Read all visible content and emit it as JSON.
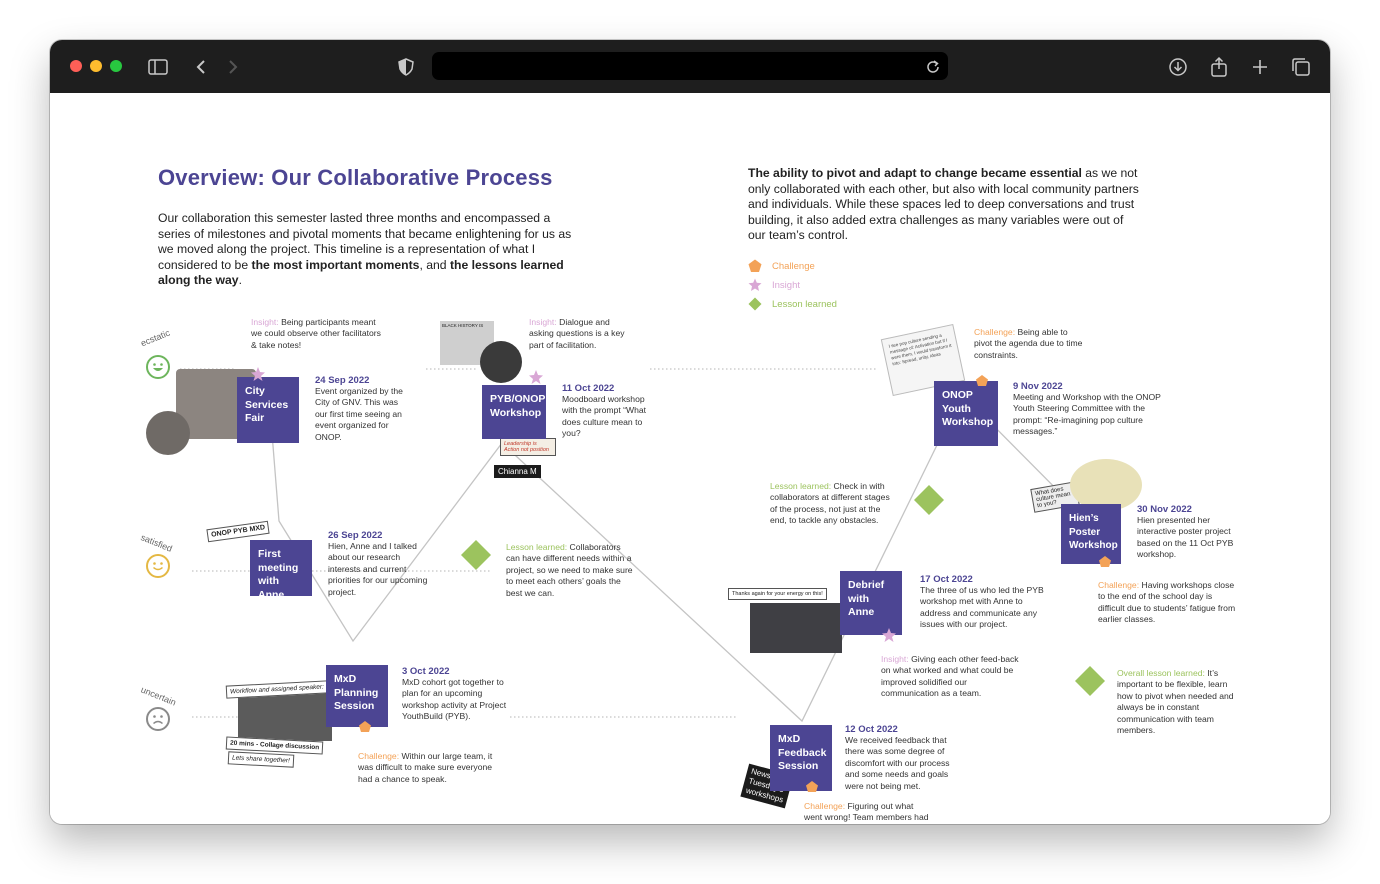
{
  "browser": {
    "icons": [
      "sidebar-icon",
      "back-icon",
      "forward-icon",
      "shield-icon",
      "reload-icon",
      "download-icon",
      "share-icon",
      "new-tab-icon",
      "tabs-icon"
    ]
  },
  "colors": {
    "purple": "#4c4593",
    "challenge": "#f3a257",
    "insight": "#d9a7d5",
    "lesson": "#9cc35e"
  },
  "page": {
    "title": "Overview: Our Collaborative Process",
    "intro": {
      "t1": "Our collaboration this semester lasted three months and encompassed a series of milestones and pivotal moments that became enlightening for us as we moved along the project. This timeline is a representation of what I considered to be ",
      "b1": "the most important moments",
      "t2": ", and ",
      "b2": "the lessons learned along the way",
      "t3": "."
    },
    "pivot": {
      "b": "The ability to pivot and adapt to change became essential",
      "t": " as we not only collaborated with each other, but also with local community partners and individuals. While these spaces led to deep conversations and trust building, it also added extra challenges as many variables were out of our team’s control."
    },
    "legend": {
      "challenge": "Challenge",
      "insight": "Insight",
      "lesson": "Lesson learned"
    },
    "moods": {
      "ecstatic": "ecstatic",
      "satisfied": "satisfied",
      "uncertain": "uncertain"
    },
    "events": {
      "city": {
        "title": "City Services Fair",
        "date": "24 Sep 2022",
        "desc": "Event organized by the City of GNV. This was our first time seeing an event organized for ONOP."
      },
      "first": {
        "title": "First meeting with Anne",
        "date": "26 Sep 2022",
        "desc": "Hien, Anne and I talked about our research interests and current priorities for our upcoming project."
      },
      "mxd_plan": {
        "title": "MxD Planning Session",
        "date": "3 Oct 2022",
        "desc": "MxD cohort got together to plan for an upcoming workshop activity at Project YouthBuild (PYB)."
      },
      "pyb": {
        "title": "PYB/ONOP Workshop",
        "date": "11 Oct 2022",
        "desc": "Moodboard workshop with the prompt “What does culture mean to you?"
      },
      "mxd_feedback": {
        "title": "MxD Feedback Session",
        "date": "12 Oct 2022",
        "desc": "We received feedback that there was some degree of discomfort with our process and some needs and goals were not being met."
      },
      "debrief": {
        "title": "Debrief with Anne",
        "date": "17 Oct 2022",
        "desc": "The three of us who led the PYB workshop met with Anne to address and communicate any issues with our project."
      },
      "onop": {
        "title": "ONOP Youth Workshop",
        "date": "9 Nov 2022",
        "desc": "Meeting and Workshop with the ONOP Youth Steering Committee with the prompt: “Re-imagining pop culture messages.”"
      },
      "hien": {
        "title": "Hien’s Poster Workshop",
        "date": "30 Nov 2022",
        "desc": "Hien presented her interactive poster project based on the 11 Oct PYB workshop."
      }
    },
    "notes": {
      "ins_city": {
        "label": "Insight:",
        "text": " Being participants meant we could observe other facilitators & take notes!"
      },
      "ins_pyb": {
        "label": "Insight:",
        "text": " Dialogue and asking questions is a key part of facilitation."
      },
      "les_collab": {
        "label": "Lesson learned:",
        "text": " Collaborators can have different needs within a project, so we need to make sure to meet each others’ goals the best we can."
      },
      "chal_mxd": {
        "label": "Challenge:",
        "text": " Within our large team, it was difficult to make sure everyone had a chance to speak."
      },
      "chal_feedback": {
        "label": "Challenge:",
        "text": " Figuring out what went wrong! Team members had different perspectives."
      },
      "ins_debrief": {
        "label": "Insight:",
        "text": " Giving each other feed-back on what worked and what could be improved solidified our communication as a team."
      },
      "les_check": {
        "label": "Lesson learned:",
        "text": " Check in with collaborators at different stages of the process, not just at the end, to tackle any obstacles."
      },
      "chal_onop": {
        "label": "Challenge:",
        "text": " Being able to pivot the agenda due to time constraints."
      },
      "chal_hien": {
        "label": "Challenge:",
        "text": " Having workshops close to the end of the school day is difficult due to students’ fatigue from earlier classes."
      },
      "overall": {
        "label": "Overall lesson learned:",
        "text": " It’s important to be flexible, learn how to pivot when needed and always be in constant communication with team members."
      }
    },
    "photo_tags": {
      "onop_pyb": "ONOP PYB MXD",
      "workflow": "Workflow and assigned speaker:",
      "collage": "20 mins - Collage discussion",
      "share": "Lets share together!",
      "black_history": "BLACK HISTORY IS",
      "leadership": "Leadership is Action not position",
      "chianna": "Chianna M",
      "thanks": "Thanks again for your energy on this!",
      "news": "News re: Tuesday's workshops",
      "culture": "What does culture mean to you?",
      "card": "I see pop culture sending a message of: Activation but if I were them, I would transform it into: Spread, unity, ideas"
    }
  }
}
